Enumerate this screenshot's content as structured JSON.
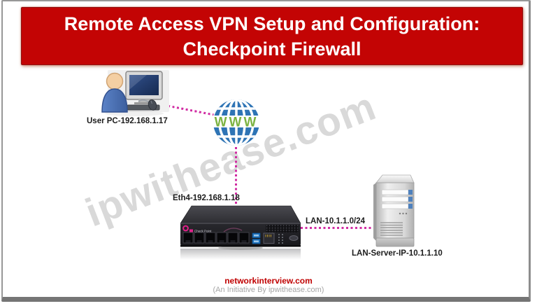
{
  "banner": {
    "title_line1": "Remote Access VPN Setup and Configuration:",
    "title_line2": "Checkpoint Firewall"
  },
  "watermark": {
    "text": "ipwithease.com"
  },
  "diagram": {
    "user_pc": {
      "label": "User PC-192.168.1.17",
      "icon": "person-at-computer-icon"
    },
    "internet": {
      "www_text": "WWW",
      "icon": "globe-www-icon"
    },
    "firewall": {
      "interface_label": "Eth4-192.168.1.18",
      "brand": "Check Point",
      "icon": "checkpoint-firewall-appliance-icon"
    },
    "lan_link": {
      "label": "LAN-10.1.1.0/24"
    },
    "server": {
      "label": "LAN-Server-IP-10.1.1.10",
      "icon": "tower-server-icon"
    }
  },
  "footer": {
    "site": "networkinterview.com",
    "tagline": "(An Initiative By ipwithease.com)"
  },
  "colors": {
    "banner_red": "#C30404",
    "link_magenta": "#D12DA3",
    "globe_blue": "#2E74B5",
    "www_green": "#7CB342",
    "footer_red": "#C00000",
    "watermark_gray": "#C0C0C0",
    "frame_gray": "#8D8D8D"
  }
}
